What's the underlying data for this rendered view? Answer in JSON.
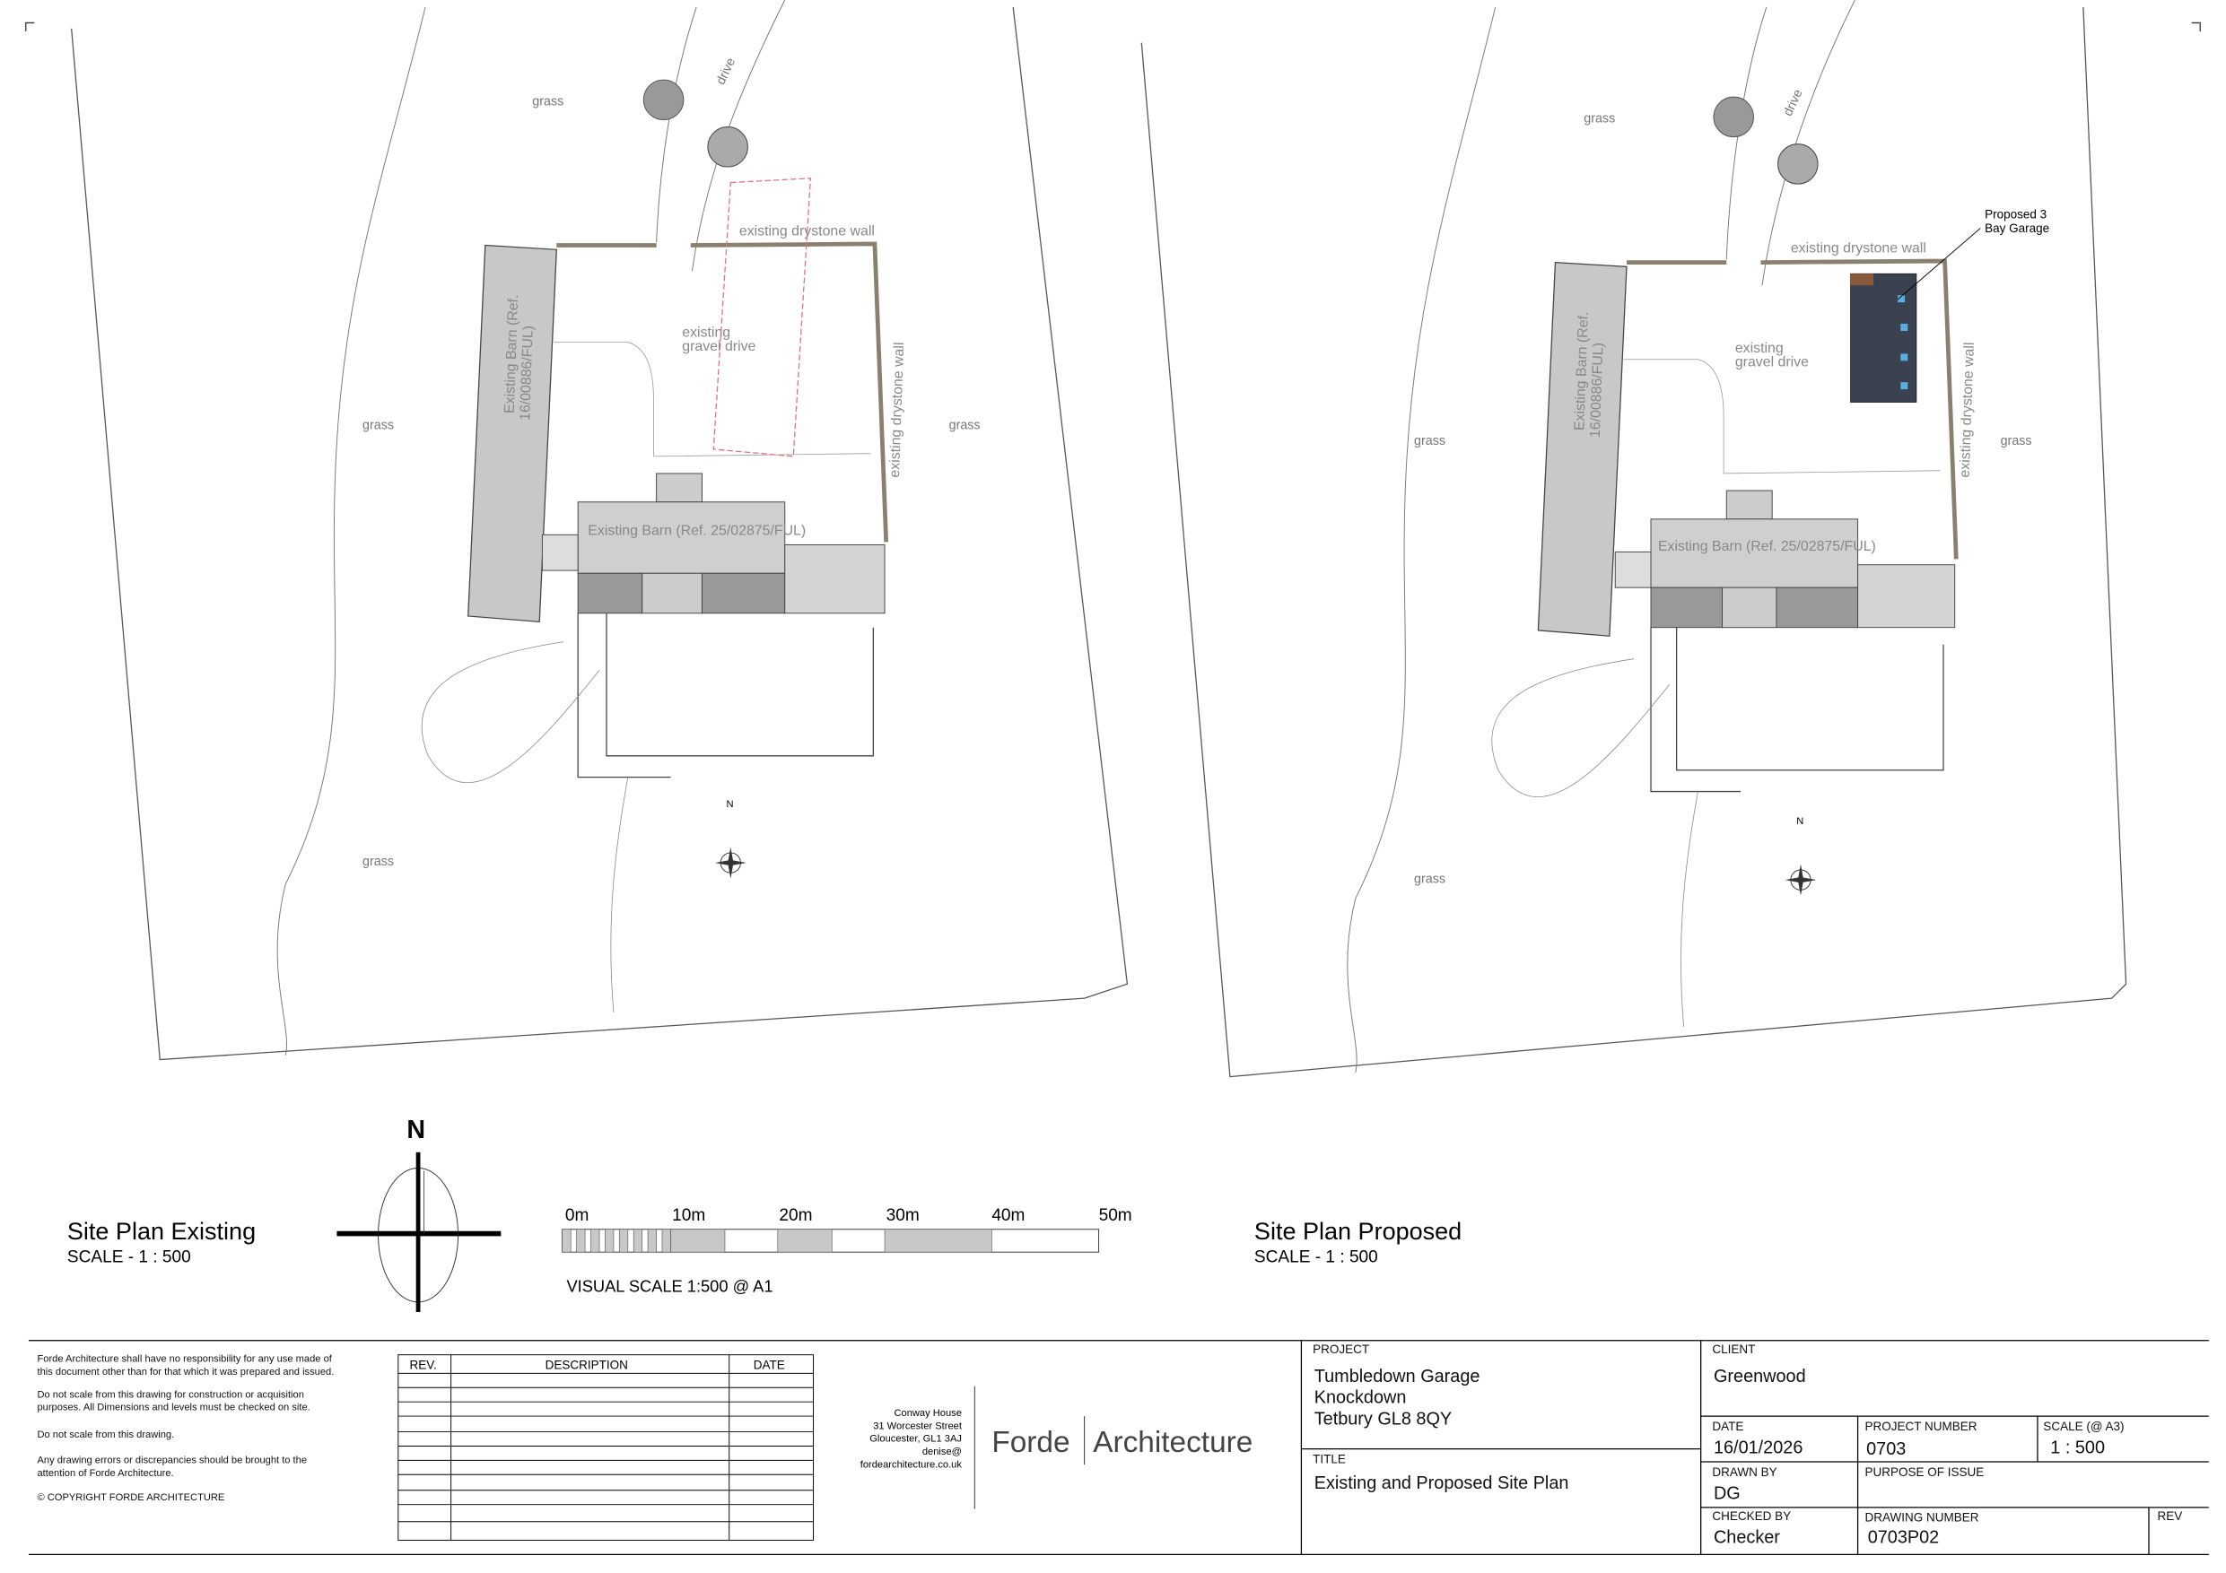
{
  "existing_plan": {
    "title": "Site Plan Existing",
    "scale": "SCALE -  1 : 500",
    "labels": {
      "grass": "grass",
      "drive": "drive",
      "wall_top": "existing drystone wall",
      "wall_right": "existing drystone wall",
      "gravel1": "existing",
      "gravel2": "gravel drive",
      "barn1_a": "Existing Barn (Ref.",
      "barn1_b": "16/00886/FUL)",
      "barn2": "Existing Barn (Ref. 25/02875/FUL)",
      "north": "N"
    },
    "red_line_color": "#e0707a"
  },
  "proposed_plan": {
    "title": "Site Plan Proposed",
    "scale": "SCALE -  1 : 500",
    "labels": {
      "grass": "grass",
      "drive": "drive",
      "wall_top": "existing drystone wall",
      "wall_right": "existing drystone wall",
      "gravel1": "existing",
      "gravel2": "gravel drive",
      "barn1_a": "Existing Barn (Ref.",
      "barn1_b": "16/00886/FUL)",
      "barn2": "Existing Barn (Ref. 25/02875/FUL)",
      "north": "N",
      "garage1": "Proposed 3",
      "garage2": "Bay Garage"
    },
    "garage_color": "#3a4250"
  },
  "north_arrow": {
    "label": "N"
  },
  "scale_bar": {
    "ticks": [
      "0m",
      "10m",
      "20m",
      "30m",
      "40m",
      "50m"
    ],
    "caption": "VISUAL SCALE 1:500  @ A1"
  },
  "title_block": {
    "notes": [
      "Forde Architecture shall have no responsibility for any use made of",
      "this document other than for that which it was prepared and issued.",
      "Do not scale from this drawing for construction or acquisition",
      "purposes.  All Dimensions and levels must be checked on site.",
      "Do not scale from this drawing.",
      "Any drawing errors or discrepancies should be brought to the",
      "attention of Forde Architecture.",
      "© COPYRIGHT FORDE ARCHITECTURE"
    ],
    "revision_table": {
      "headers": [
        "REV.",
        "DESCRIPTION",
        "DATE"
      ],
      "rows": []
    },
    "address": [
      "Conway House",
      "31 Worcester Street",
      "Gloucester, GL1 3AJ",
      "denise@",
      "fordearchitecture.co.uk"
    ],
    "logo": {
      "left": "Forde",
      "right": "Architecture"
    },
    "project_label": "PROJECT",
    "project": [
      "Tumbledown Garage",
      "Knockdown",
      "Tetbury GL8 8QY"
    ],
    "title_label": "TITLE",
    "title": "Existing and Proposed Site Plan",
    "client_label": "CLIENT",
    "client": "Greenwood",
    "date_label": "DATE",
    "date": "16/01/2026",
    "project_number_label": "PROJECT NUMBER",
    "project_number": "0703",
    "scale_label": "SCALE (@ A3)",
    "scale": "1 : 500",
    "drawn_by_label": "DRAWN BY",
    "drawn_by": "DG",
    "purpose_label": "PURPOSE OF ISSUE",
    "purpose": "",
    "checked_by_label": "CHECKED BY",
    "checked_by": "Checker",
    "drawing_number_label": "DRAWING NUMBER",
    "drawing_number": "0703P02",
    "rev_label": "REV",
    "rev": ""
  }
}
